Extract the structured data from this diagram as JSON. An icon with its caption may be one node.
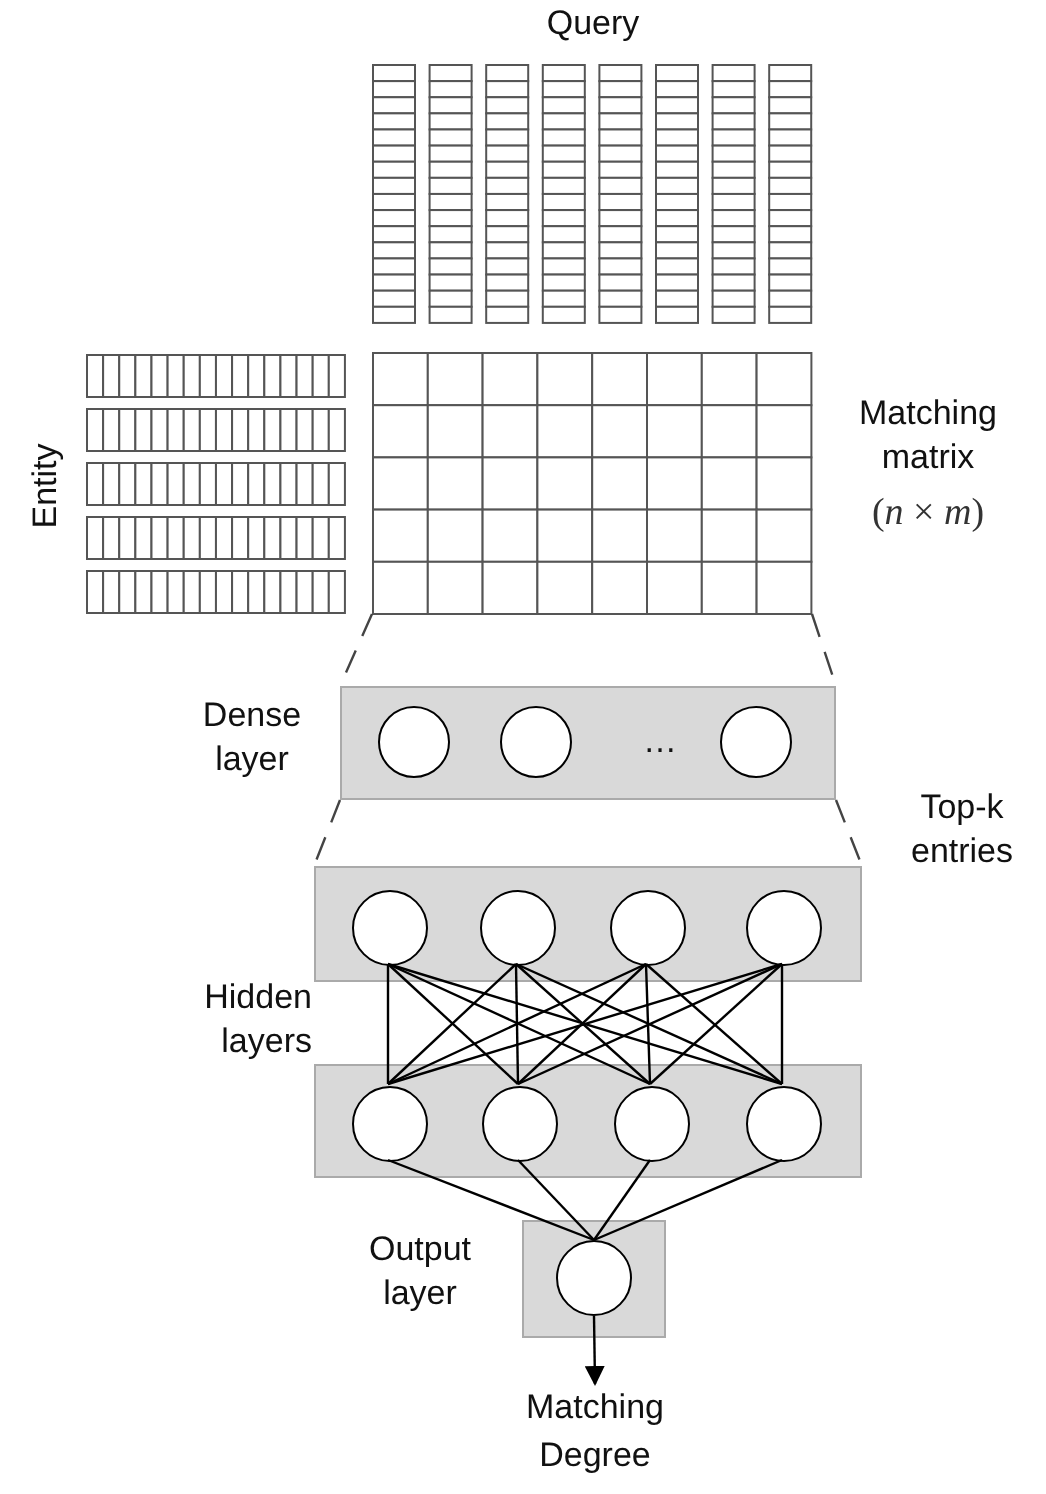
{
  "diagram": {
    "nodes": [
      {
        "text": [
          "Query"
        ]
      },
      {
        "text": [
          "Entity"
        ]
      },
      {
        "text": [
          "Matching matrix",
          "(*n* × *m*)"
        ]
      },
      {
        "text": [
          "Dense layer"
        ]
      },
      {
        "text": [],
        "shape": "circle",
        "in": 3
      },
      {
        "text": [],
        "shape": "circle",
        "in": 3
      },
      {
        "text": [],
        "shape": "circle",
        "in": 3
      },
      {
        "text": [],
        "shape": "box"
      },
      {
        "text": [],
        "shape": "circle",
        "in": 7
      },
      {
        "text": [],
        "shape": "circle",
        "in": 7
      },
      {
        "text": [],
        "shape": "circle",
        "in": 7
      },
      {
        "text": [],
        "shape": "circle",
        "in": 7
      },
      {
        "text": [],
        "shape": "box"
      },
      {
        "text": [],
        "shape": "circle",
        "in": 12
      },
      {
        "text": [],
        "shape": "circle",
        "in": 12
      },
      {
        "text": [],
        "shape": "circle",
        "in": 12
      },
      {
        "text": [],
        "shape": "circle",
        "in": 12
      },
      {
        "text": [
          "Output layer"
        ]
      },
      {
        "text": [],
        "shape": "circle",
        "in": 17
      },
      {
        "text": [
          "Matching Degree"
        ]
      }
    ],
    "edges": [
      {
        "from": 2,
        "to": 3,
        "arrow": "none",
        "style": "dashed"
      },
      {
        "from": 2,
        "to": 3,
        "arrow": "none",
        "style": "dashed"
      },
      {
        "from": 3,
        "to": 7,
        "arrow": "none",
        "style": "dashed"
      },
      {
        "from": 3,
        "to": 7,
        "arrow": "none",
        "style": "dashed"
      },
      {
        "from": 8,
        "to": 13,
        "arrow": "none"
      },
      {
        "from": 8,
        "to": 14,
        "arrow": "none"
      },
      {
        "from": 8,
        "to": 15,
        "arrow": "none"
      },
      {
        "from": 8,
        "to": 16,
        "arrow": "none"
      },
      {
        "from": 9,
        "to": 13,
        "arrow": "none"
      },
      {
        "from": 9,
        "to": 14,
        "arrow": "none"
      },
      {
        "from": 9,
        "to": 15,
        "arrow": "none"
      },
      {
        "from": 9,
        "to": 16,
        "arrow": "none"
      },
      {
        "from": 10,
        "to": 13,
        "arrow": "none"
      },
      {
        "from": 10,
        "to": 14,
        "arrow": "none"
      },
      {
        "from": 10,
        "to": 15,
        "arrow": "none"
      },
      {
        "from": 10,
        "to": 16,
        "arrow": "none"
      },
      {
        "from": 11,
        "to": 13,
        "arrow": "none"
      },
      {
        "from": 11,
        "to": 14,
        "arrow": "none"
      },
      {
        "from": 11,
        "to": 15,
        "arrow": "none"
      },
      {
        "from": 11,
        "to": 16,
        "arrow": "none"
      },
      {
        "from": 13,
        "to": 18,
        "arrow": "none"
      },
      {
        "from": 14,
        "to": 18,
        "arrow": "none"
      },
      {
        "from": 15,
        "to": 18,
        "arrow": "none"
      },
      {
        "from": 16,
        "to": 18,
        "arrow": "none"
      },
      {
        "from": 18,
        "to": 19,
        "arrow": "to"
      }
    ],
    "labels": [
      "…",
      "Hidden layers",
      "Top-k entries"
    ]
  }
}
